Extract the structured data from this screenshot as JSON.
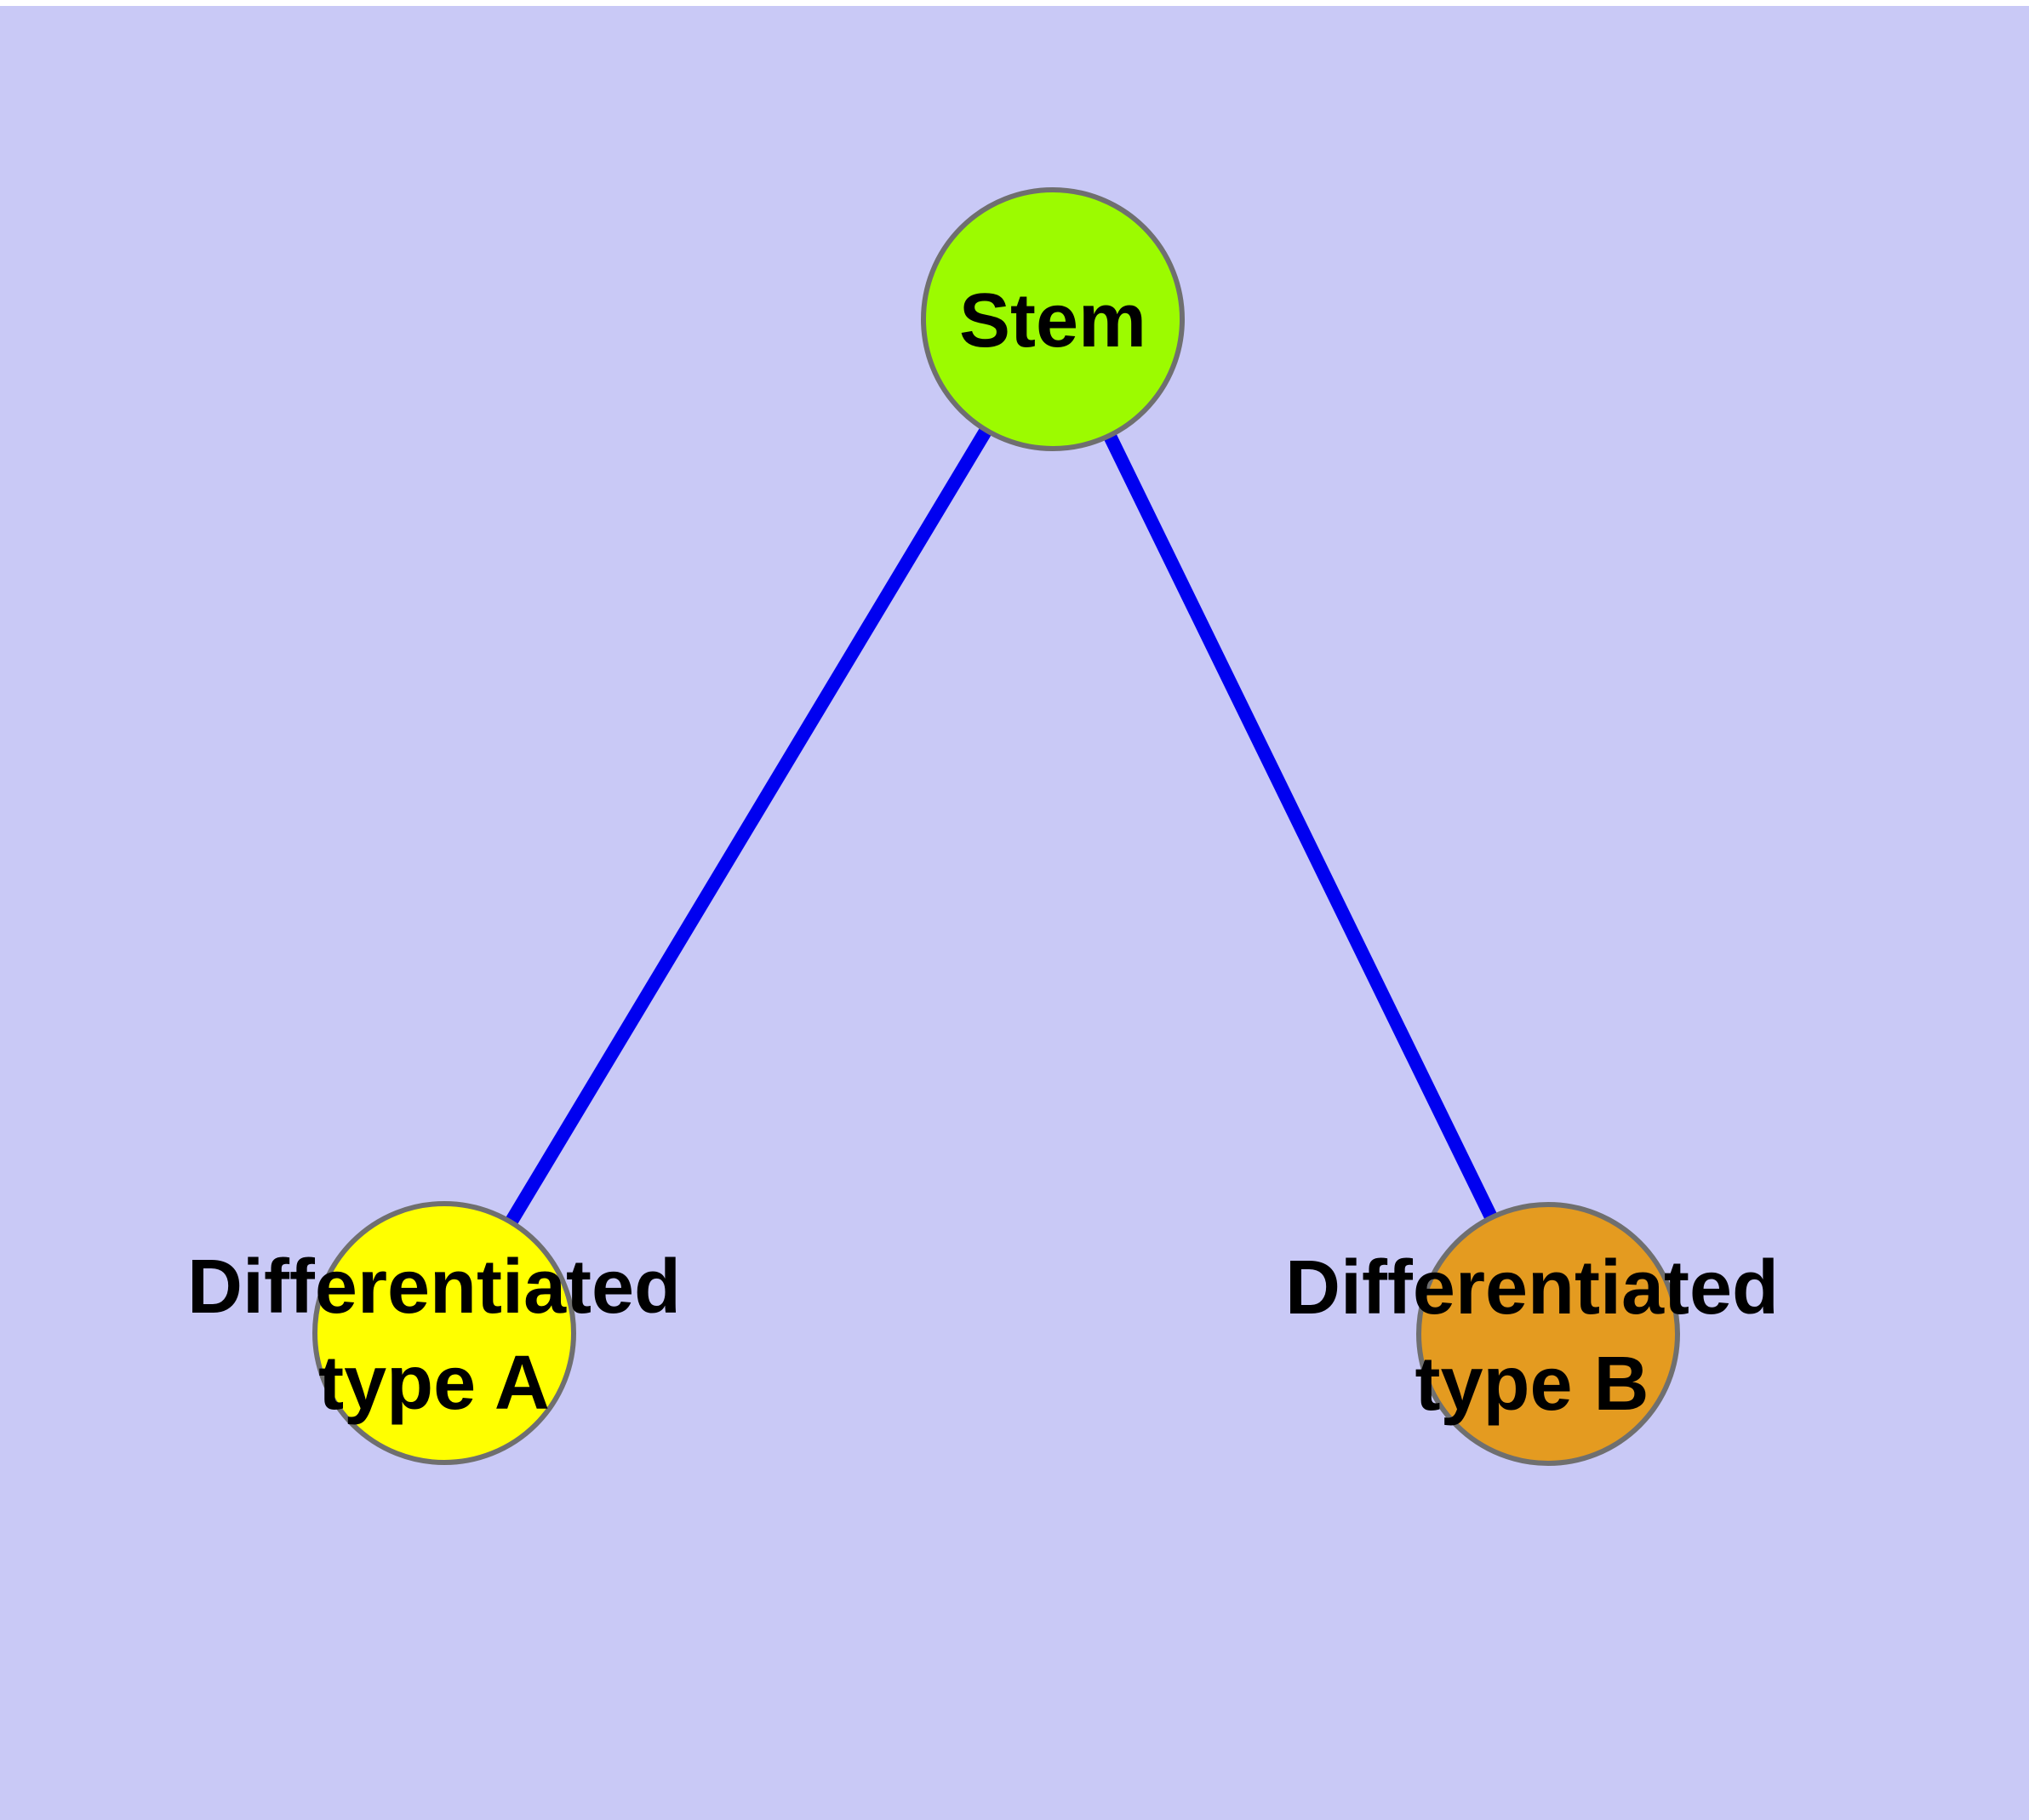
{
  "background": {
    "page_color": "#ffffff",
    "panel_color": "#c9c9f6"
  },
  "graph": {
    "edge_color": "#0000f0",
    "node_border_color": "#6f6f6f",
    "label_color": "#000000",
    "nodes": [
      {
        "id": "stem",
        "label_lines": [
          "Stem"
        ],
        "fill": "#9cfb00"
      },
      {
        "id": "differentiated-type-a",
        "label_lines": [
          "Differentiated",
          "type A"
        ],
        "fill": "#ffff00"
      },
      {
        "id": "differentiated-type-b",
        "label_lines": [
          "Differentiated",
          "type B"
        ],
        "fill": "#e49b20"
      }
    ],
    "edges": [
      {
        "from": "stem",
        "to": "differentiated-type-a"
      },
      {
        "from": "stem",
        "to": "differentiated-type-b"
      }
    ]
  }
}
